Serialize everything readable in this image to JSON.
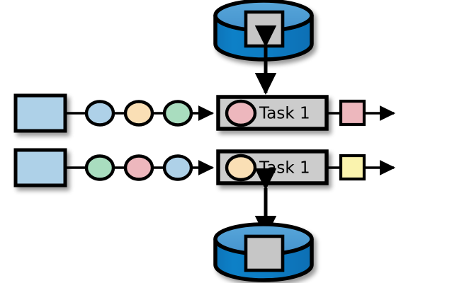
{
  "diagram": {
    "title": "Data processing workflow with two task pipelines",
    "background_color": "#ffffff",
    "stroke_color": "#000000",
    "palette": {
      "source_box_fill": "#aed1e8",
      "task_box_fill": "#cccccc",
      "cylinder_body_fill": "#0f7cc3",
      "cylinder_top_fill": "#4e9ed4",
      "cylinder_square_fill": "#c6c6c6",
      "blue_node": "#aed1e8",
      "peach_node": "#fadfb5",
      "green_node": "#a9ddbf",
      "pink_node": "#edb7bd",
      "yellow_node": "#faf3ae"
    },
    "rows": [
      {
        "id": "row-1",
        "source": {
          "label": "",
          "fill": "#aed1e8",
          "shape": "rectangle"
        },
        "chain": [
          {
            "label": "",
            "fill": "#aed1e8",
            "shape": "ellipse"
          },
          {
            "label": "",
            "fill": "#fadfb5",
            "shape": "ellipse"
          },
          {
            "label": "",
            "fill": "#a9ddbf",
            "shape": "ellipse"
          }
        ],
        "task": {
          "label": "Task 1",
          "box_fill": "#cccccc",
          "marker_fill": "#edb7bd",
          "marker_shape": "ellipse"
        },
        "output": {
          "label": "",
          "fill": "#edb7bd",
          "shape": "rectangle"
        },
        "datastore": {
          "label": "",
          "position": "above",
          "body_fill": "#0f7cc3",
          "top_fill": "#4e9ed4",
          "inner_fill": "#c6c6c6",
          "inner_shape": "rectangle",
          "connector": "double-arrow"
        }
      },
      {
        "id": "row-2",
        "source": {
          "label": "",
          "fill": "#aed1e8",
          "shape": "rectangle"
        },
        "chain": [
          {
            "label": "",
            "fill": "#a9ddbf",
            "shape": "ellipse"
          },
          {
            "label": "",
            "fill": "#edb7bd",
            "shape": "ellipse"
          },
          {
            "label": "",
            "fill": "#aed1e8",
            "shape": "ellipse"
          }
        ],
        "task": {
          "label": "Task 1",
          "box_fill": "#cccccc",
          "marker_fill": "#fadfb5",
          "marker_shape": "ellipse"
        },
        "output": {
          "label": "",
          "fill": "#faf3ae",
          "shape": "rectangle"
        },
        "datastore": {
          "label": "",
          "position": "below",
          "body_fill": "#0f7cc3",
          "top_fill": "#4e9ed4",
          "inner_fill": "#c6c6c6",
          "inner_shape": "rectangle",
          "connector": "double-arrow"
        }
      }
    ]
  }
}
